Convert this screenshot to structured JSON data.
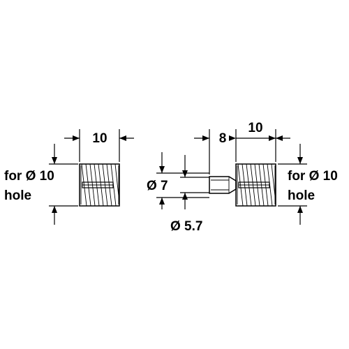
{
  "labels": {
    "left_width": "10",
    "left_hole_line1": "for Ø 10",
    "left_hole_line2": "hole",
    "right_gap": "8",
    "right_width": "10",
    "dia_outer": "Ø 7",
    "dia_inner": "Ø 5.7",
    "right_hole_line1": "for Ø 10",
    "right_hole_line2": "hole"
  }
}
